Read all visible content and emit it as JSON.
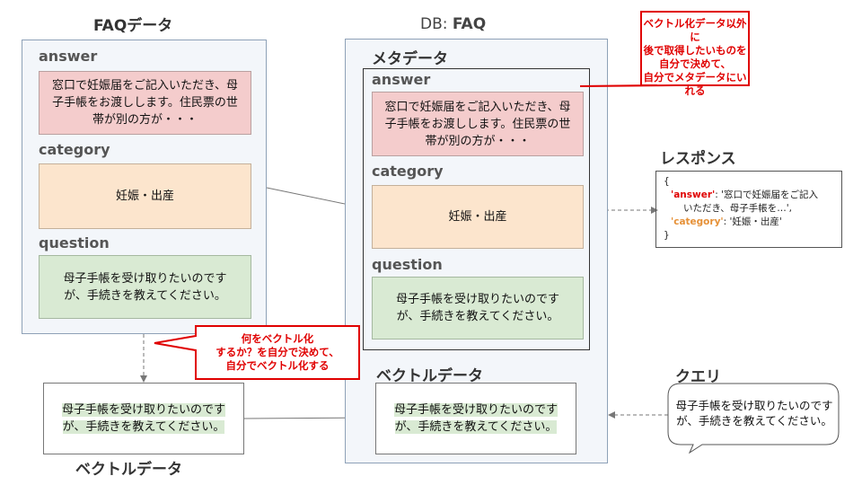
{
  "left": {
    "title": "FAQデータ",
    "answer_label": "answer",
    "answer_text": "窓口で妊娠届をご記入いただき、母子手帳をお渡しします。住民票の世帯が別の方が・・・",
    "category_label": "category",
    "category_text": "妊娠・出産",
    "question_label": "question",
    "question_text": "母子手帳を受け取りたいのですが、手続きを教えてください。"
  },
  "left_vector": {
    "text": "母子手帳を受け取りたいのですが、手続きを教えてください。",
    "title": "ベクトルデータ"
  },
  "db": {
    "title_prefix": "DB: ",
    "title_bold": "FAQ",
    "meta_title": "メタデータ",
    "answer_label": "answer",
    "answer_text": "窓口で妊娠届をご記入いただき、母子手帳をお渡しします。住民票の世帯が別の方が・・・",
    "category_label": "category",
    "category_text": "妊娠・出産",
    "question_label": "question",
    "question_text": "母子手帳を受け取りたいのですが、手続きを教えてください。",
    "vector_title": "ベクトルデータ",
    "vector_text": "母子手帳を受け取りたいのですが、手続きを教えてください。"
  },
  "callout_top": {
    "line1": "ベクトル化データ以外に",
    "line2": "後で取得したいものを",
    "line3": "自分で決めて、",
    "line4": "自分でメタデータにいれる"
  },
  "callout_mid": {
    "line1": "何をベクトル化",
    "line2": "するか？を自分で決めて、",
    "line3": "自分でベクトル化する"
  },
  "response": {
    "title": "レスポンス",
    "open": "{",
    "answer_key": "'answer'",
    "answer_val": ": '窓口で妊娠届をご記入",
    "answer_val2": "いただき、母子手帳を…',",
    "category_key": "'category'",
    "category_val": ": '妊娠・出産'",
    "close": "}"
  },
  "query": {
    "title": "クエリ",
    "text": "母子手帳を受け取りたいのですが、手続きを教えてください。"
  },
  "colors": {
    "panel_bg": "#f3f6fa",
    "panel_border": "#8ea1b7",
    "answer_bg": "#f4cccc",
    "category_bg": "#fce5cd",
    "question_bg": "#d9ead3",
    "callout_red": "#e00000"
  }
}
